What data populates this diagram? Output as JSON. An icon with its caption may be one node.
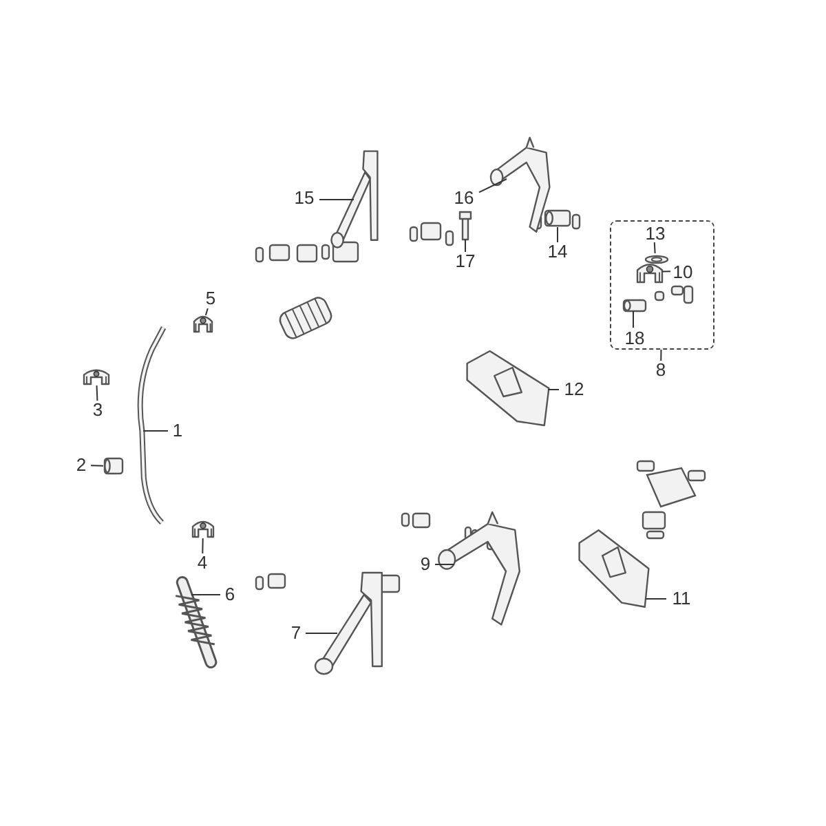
{
  "diagram": {
    "nodes": [
      {
        "text": [
          "15"
        ]
      },
      {
        "text": [],
        "shape": "picture"
      },
      {
        "text": [
          "16"
        ]
      },
      {
        "text": [],
        "shape": "picture"
      },
      {
        "text": [
          "17"
        ]
      },
      {
        "text": [],
        "shape": "picture"
      },
      {
        "text": [
          "14"
        ]
      },
      {
        "text": [],
        "shape": "picture"
      },
      {
        "text": [],
        "shape": "box"
      },
      {
        "text": [
          "13"
        ],
        "in": 8
      },
      {
        "text": [],
        "shape": "picture",
        "in": 8
      },
      {
        "text": [
          "10"
        ],
        "in": 8
      },
      {
        "text": [],
        "shape": "picture",
        "in": 8
      },
      {
        "text": [
          "18"
        ],
        "in": 8
      },
      {
        "text": [],
        "shape": "picture",
        "in": 8
      },
      {
        "text": [
          "8"
        ]
      },
      {
        "text": [
          "5"
        ]
      },
      {
        "text": [],
        "shape": "picture"
      },
      {
        "text": [
          "3"
        ]
      },
      {
        "text": [],
        "shape": "picture"
      },
      {
        "text": [
          "1"
        ]
      },
      {
        "text": [],
        "shape": "picture"
      },
      {
        "text": [
          "12"
        ]
      },
      {
        "text": [],
        "shape": "picture"
      },
      {
        "text": [
          "2"
        ]
      },
      {
        "text": [],
        "shape": "picture"
      },
      {
        "text": [
          "4"
        ]
      },
      {
        "text": [],
        "shape": "picture"
      },
      {
        "text": [
          "9"
        ]
      },
      {
        "text": [],
        "shape": "picture"
      },
      {
        "text": [
          "6"
        ]
      },
      {
        "text": [],
        "shape": "picture"
      },
      {
        "text": [
          "11"
        ]
      },
      {
        "text": [],
        "shape": "picture"
      },
      {
        "text": [
          "7"
        ]
      },
      {
        "text": [],
        "shape": "picture"
      }
    ],
    "edges": [
      {
        "from": 0,
        "to": 1,
        "arrow": "none"
      },
      {
        "from": 2,
        "to": 3,
        "arrow": "none"
      },
      {
        "from": 4,
        "to": 5,
        "arrow": "none"
      },
      {
        "from": 6,
        "to": 7,
        "arrow": "none"
      },
      {
        "from": 9,
        "to": 10,
        "arrow": "none"
      },
      {
        "from": 11,
        "to": 12,
        "arrow": "none"
      },
      {
        "from": 13,
        "to": 14,
        "arrow": "none"
      },
      {
        "from": 15,
        "to": 8,
        "arrow": "none"
      },
      {
        "from": 16,
        "to": 17,
        "arrow": "none"
      },
      {
        "from": 18,
        "to": 19,
        "arrow": "none"
      },
      {
        "from": 20,
        "to": 21,
        "arrow": "none"
      },
      {
        "from": 22,
        "to": 23,
        "arrow": "none"
      },
      {
        "from": 24,
        "to": 25,
        "arrow": "none"
      },
      {
        "from": 26,
        "to": 27,
        "arrow": "none"
      },
      {
        "from": 28,
        "to": 29,
        "arrow": "none"
      },
      {
        "from": 30,
        "to": 31,
        "arrow": "none"
      },
      {
        "from": 32,
        "to": 33,
        "arrow": "none"
      },
      {
        "from": 34,
        "to": 35,
        "arrow": "none"
      }
    ]
  }
}
